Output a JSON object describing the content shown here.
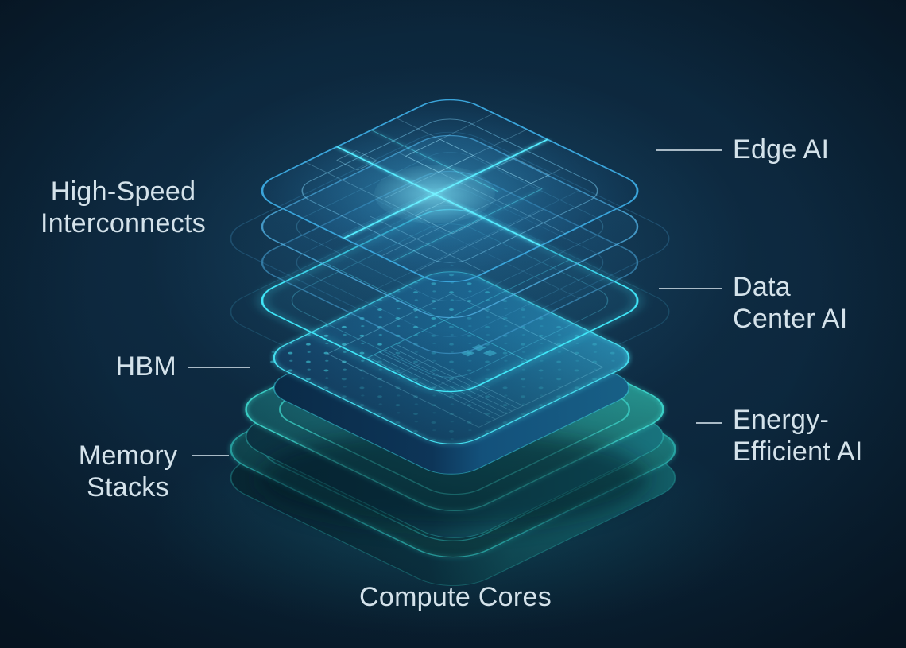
{
  "illustration": {
    "description": "Isometric exploded stack of AI accelerator chip layers",
    "colors": {
      "background": "#0b2438",
      "plate_blue": "#3aa4da",
      "glow_cyan": "#46e8fa",
      "hbm_blue": "#1b6690",
      "slab_teal": "#2db3ae",
      "label_text": "#d4e2ea",
      "leader_line": "#b6c7d1"
    }
  },
  "labels": {
    "high_speed_interconnects": {
      "lines": [
        "High-Speed",
        "Interconnects"
      ]
    },
    "edge_ai": {
      "lines": [
        "Edge AI"
      ]
    },
    "data_center_ai": {
      "lines": [
        "Data",
        "Center AI"
      ]
    },
    "hbm": {
      "lines": [
        "HBM"
      ]
    },
    "memory_stacks": {
      "lines": [
        "Memory",
        "Stacks"
      ]
    },
    "energy_efficient_ai": {
      "lines": [
        "Energy-",
        "Efficient AI"
      ]
    },
    "compute_cores": {
      "lines": [
        "Compute Cores"
      ]
    }
  }
}
